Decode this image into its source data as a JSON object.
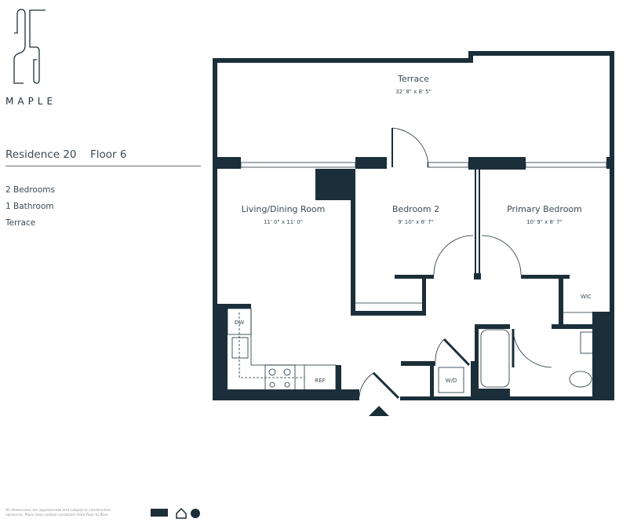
{
  "brand": {
    "logo_text": "25",
    "name": "MAPLE"
  },
  "residence": {
    "label": "Residence 20",
    "floor": "Floor 6"
  },
  "features": [
    "2 Bedrooms",
    "1 Bathroom",
    "Terrace"
  ],
  "rooms": {
    "terrace": {
      "name": "Terrace",
      "dims": "32' 8\" x 8' 5\""
    },
    "living": {
      "name": "Living/Dining Room",
      "dims": "11' 0\" x 11' 0\""
    },
    "bedroom2": {
      "name": "Bedroom 2",
      "dims": "9' 10\" x 8' 7\""
    },
    "primary": {
      "name": "Primary Bedroom",
      "dims": "10' 9\" x 8' 7\""
    },
    "wic": "WIC",
    "dw": "DW",
    "ref": "REF",
    "wd": "W/D"
  },
  "disclaimer": "All dimensions are approximate and subject to construction variances. Plans may contain variations from floor to floor.",
  "colors": {
    "wall": "#1b2f3a",
    "text": "#3b4a54"
  },
  "icons": [
    "equal-housing-icon",
    "accessibility-icon",
    "building-logo-icon",
    "entry-arrow-icon"
  ]
}
